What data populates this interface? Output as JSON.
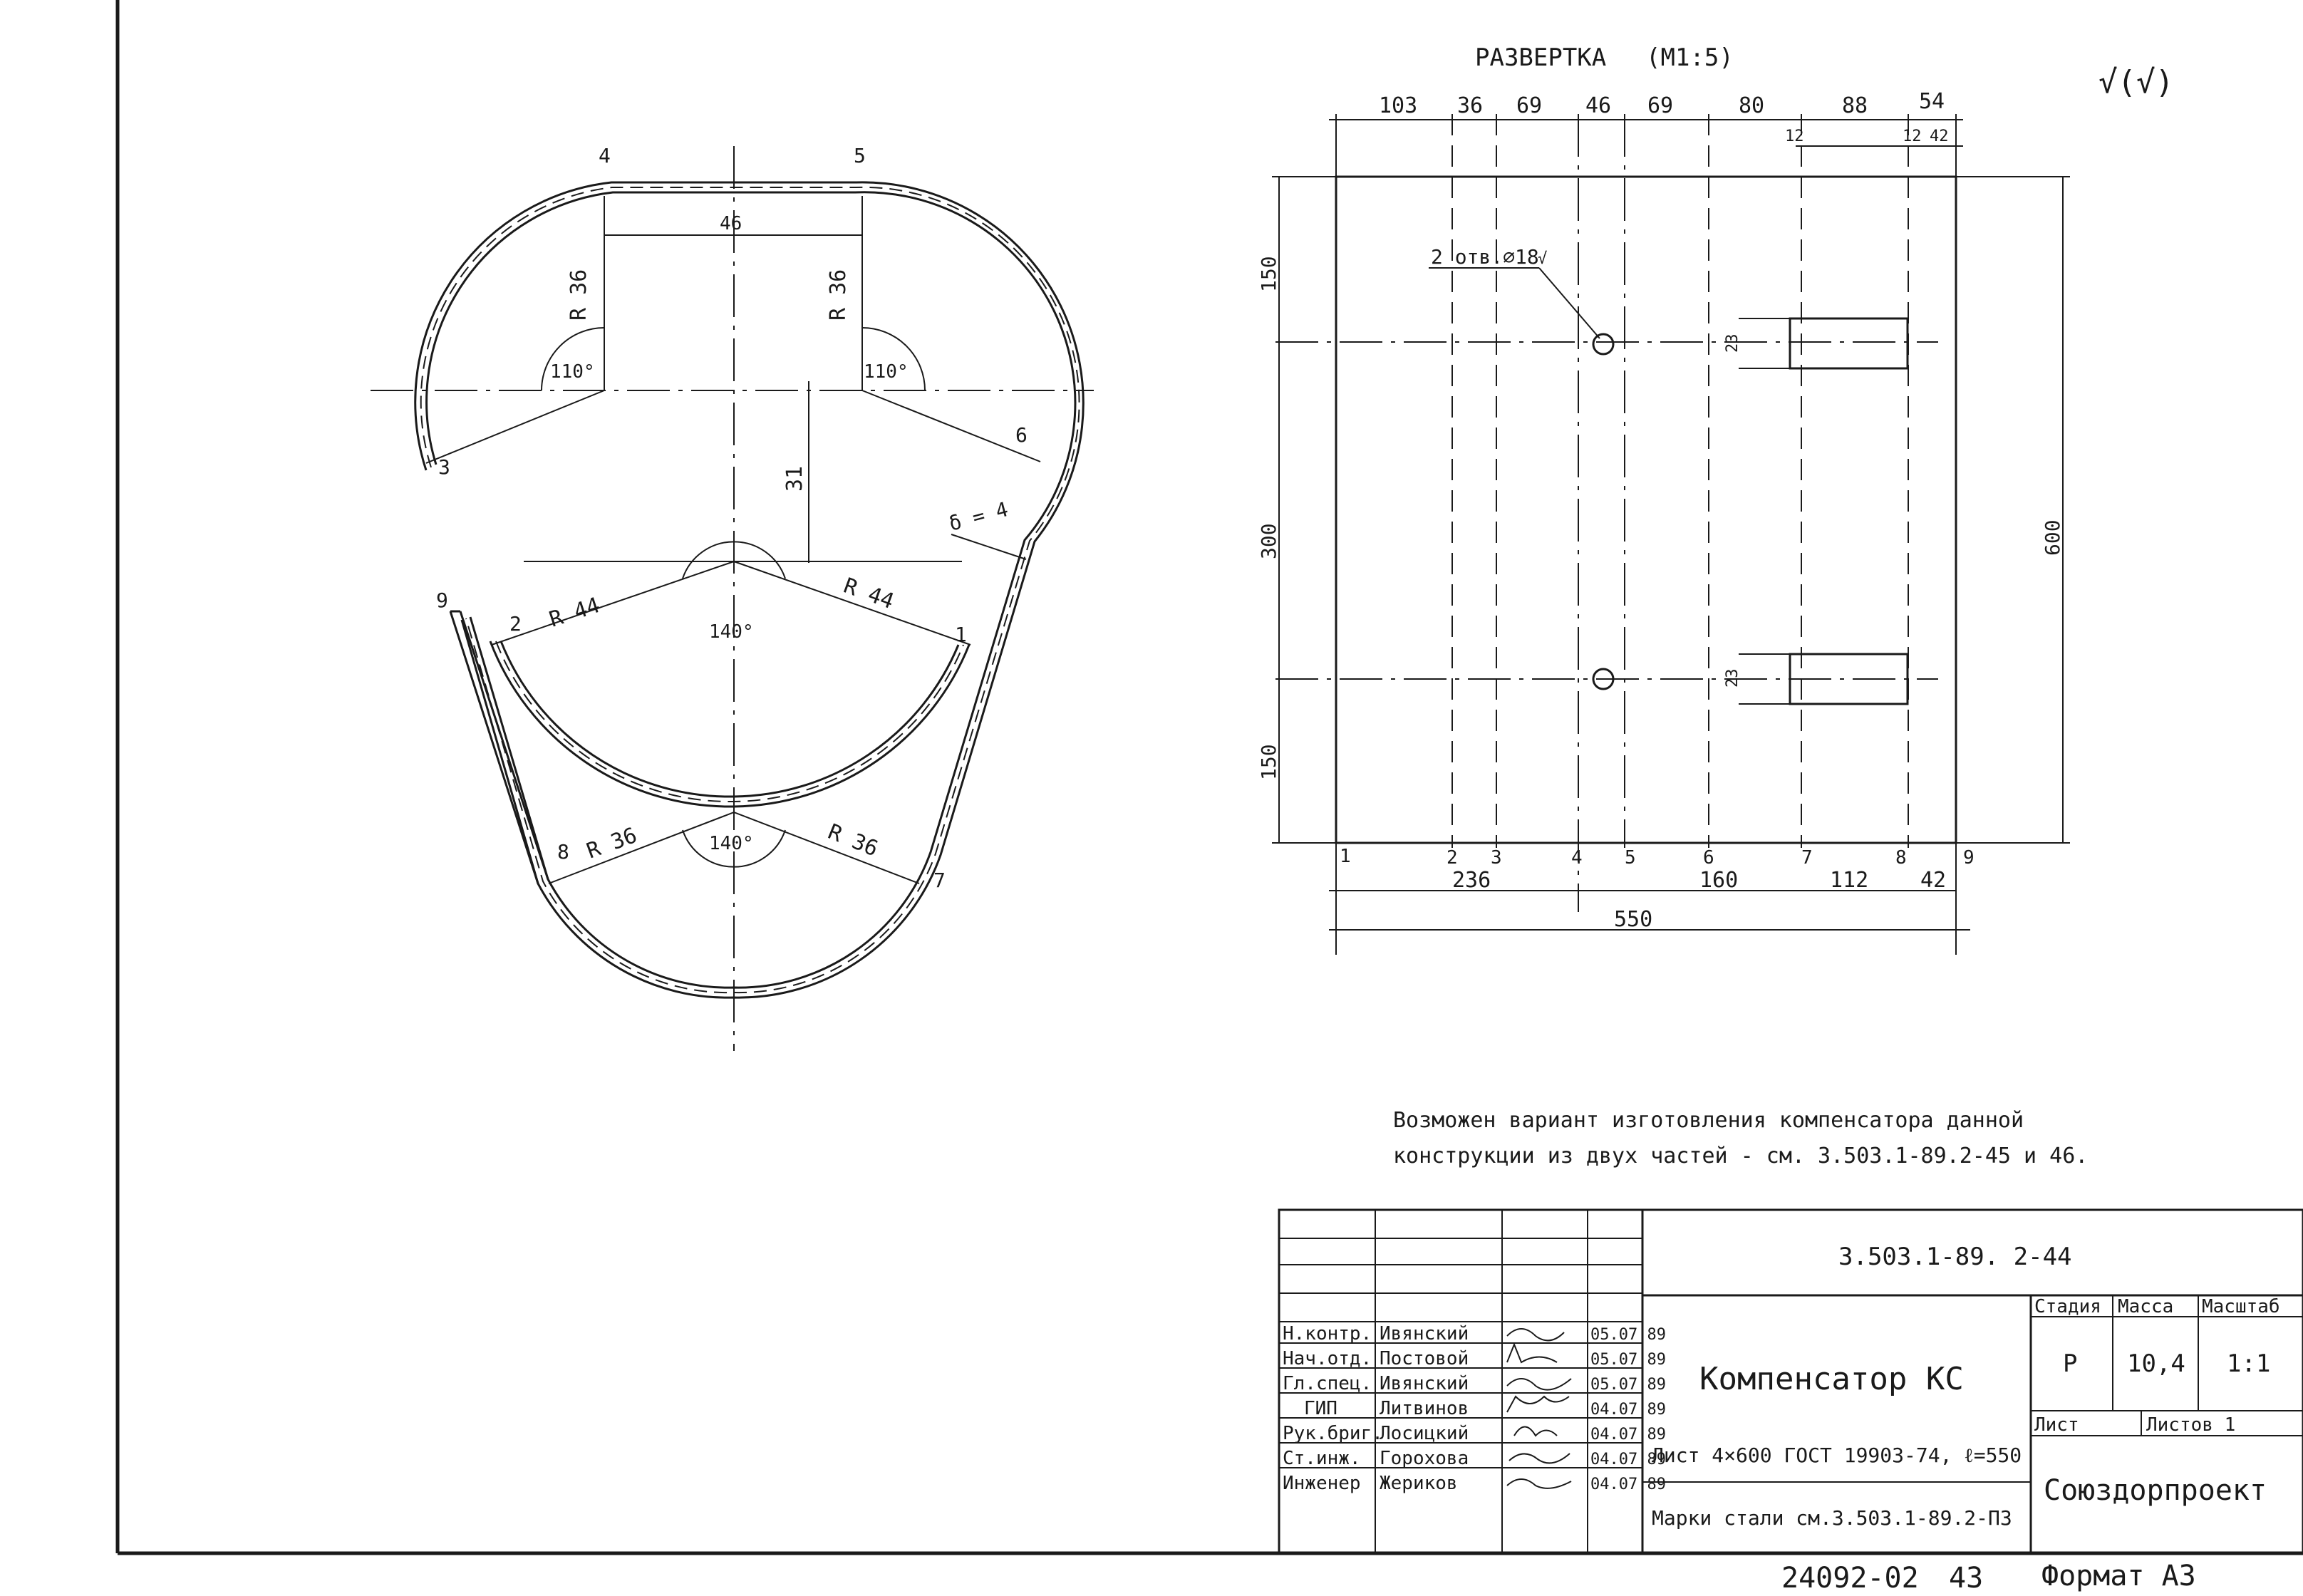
{
  "unfold": {
    "title": "РАЗВЕРТКА",
    "scale": "(М1:5)",
    "top_dims": [
      "103",
      "36",
      "69",
      "46",
      "69",
      "80",
      "88",
      "54"
    ],
    "sub_dims": [
      "12",
      "12",
      "42"
    ],
    "left_dims": [
      "150",
      "300",
      "150"
    ],
    "right_dim": "600",
    "side_dims": [
      "23",
      "23"
    ],
    "hole_label": "2 отв.⌀18",
    "hole_note": "√",
    "points": [
      "1",
      "2",
      "3",
      "4",
      "5",
      "6",
      "7",
      "8",
      "9"
    ],
    "bottom_dims": [
      "236",
      "160",
      "112",
      "42"
    ],
    "total": "550"
  },
  "profile": {
    "labels": {
      "p1": "1",
      "p2": "2",
      "p3": "3",
      "p4": "4",
      "p5": "5",
      "p6": "6",
      "p7": "7",
      "p8": "8",
      "p9": "9"
    },
    "dim_46": "46",
    "r36_left": "R 36",
    "r36_right": "R 36",
    "angle_110_left": "110°",
    "angle_110_right": "110°",
    "dim_31": "31",
    "thickness": "δ = 4",
    "r44_left": "R 44",
    "r44_right": "R 44",
    "angle_140_top": "140°",
    "r36_bottom_left": "R 36",
    "r36_bottom_right": "R 36",
    "angle_140_bottom": "140°"
  },
  "corner_mark": "√(√)",
  "note": {
    "line1": "Возможен вариант изготовления компенсатора данной",
    "line2": "конструкции из двух частей - см. 3.503.1-89.2-45 и 46."
  },
  "title_block": {
    "doc_code": "3.503.1-89. 2-44",
    "name": "Компенсатор КС",
    "stage_header": "Стадия",
    "mass_header": "Масса",
    "scale_header": "Масштаб",
    "stage": "Р",
    "mass": "10,4",
    "scale": "1:1",
    "sheet_label": "Лист",
    "sheets_label": "Листов 1",
    "material_1": "Лист 4×600 ГОСТ 19903-74, ℓ=550",
    "material_2": "Марки стали см.3.503.1-89.2-ПЗ",
    "org": "Союздорпроект",
    "signatures": [
      {
        "role": "Н.контр.",
        "name": "Ивянский",
        "date": "05.07.89"
      },
      {
        "role": "Нач.отд.",
        "name": "Постовой",
        "date": "05.07.89"
      },
      {
        "role": "Гл.спец.",
        "name": "Ивянский",
        "date": "05.07.89"
      },
      {
        "role": "ГИП",
        "name": "Литвинов",
        "date": "04.07.89"
      },
      {
        "role": "Рук.бриг.",
        "name": "Лосицкий",
        "date": "04.07.89"
      },
      {
        "role": "Ст.инж.",
        "name": "Горохова",
        "date": "04.07.89"
      },
      {
        "role": "Инженер",
        "name": "Жериков",
        "date": "04.07.89"
      }
    ]
  },
  "footer": {
    "inventory": "24092-02",
    "page": "43",
    "format": "Формат А3"
  }
}
